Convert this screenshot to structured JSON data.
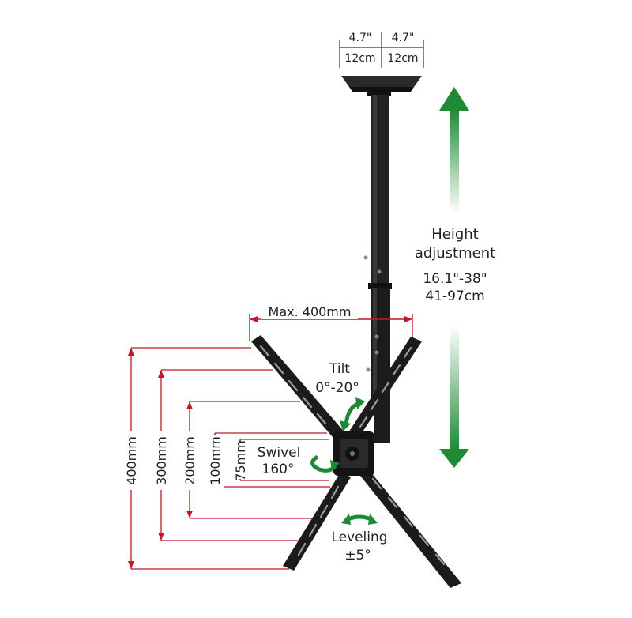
{
  "plate": {
    "left_in": "4.7\"",
    "right_in": "4.7\"",
    "left_cm": "12cm",
    "right_cm": "12cm"
  },
  "height": {
    "title_line1": "Height",
    "title_line2": "adjustment",
    "range_in": "16.1\"-38\"",
    "range_cm": "41-97cm"
  },
  "max_width": "Max. 400mm",
  "tilt": {
    "label": "Tilt",
    "range": "0°-20°"
  },
  "swivel": {
    "label": "Swivel",
    "range": "160°"
  },
  "leveling": {
    "label": "Leveling",
    "range": "±5°"
  },
  "vesa_heights": [
    "400mm",
    "300mm",
    "200mm",
    "100mm",
    "75mm"
  ],
  "colors": {
    "red": "#c0182a",
    "green": "#1e8a35",
    "mount": "#1b1b1b",
    "text": "#222222"
  }
}
